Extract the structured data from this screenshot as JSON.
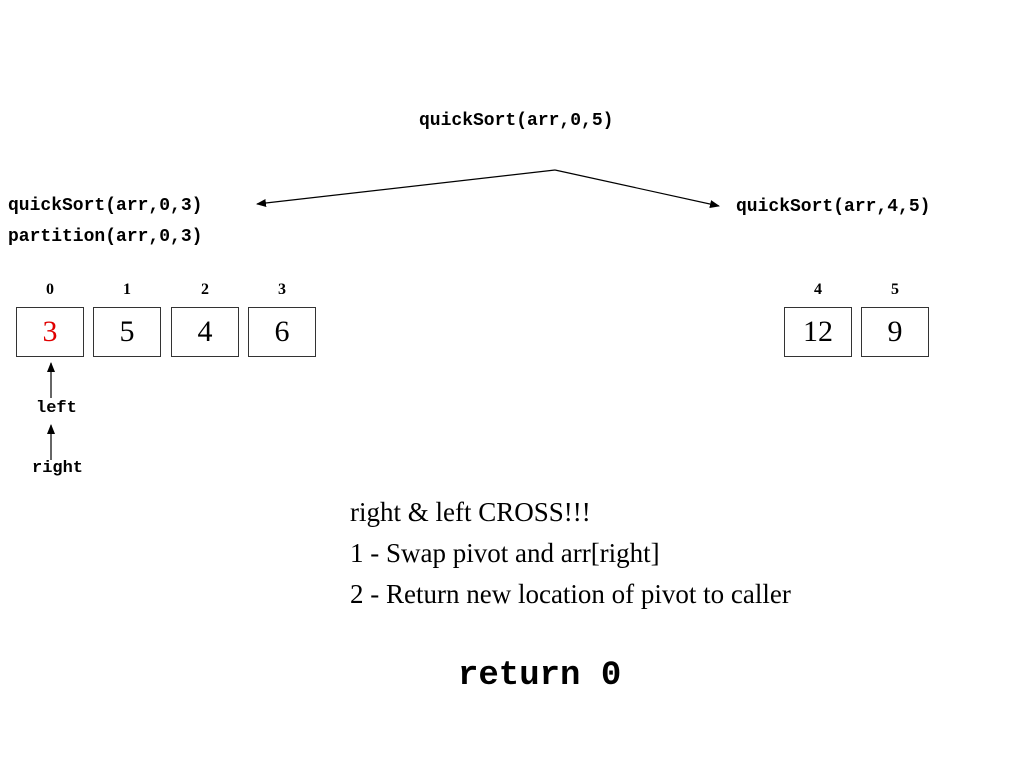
{
  "calls": {
    "root": "quickSort(arr,0,5)",
    "left": "quickSort(arr,0,3)",
    "left_partition": "partition(arr,0,3)",
    "right": "quickSort(arr,4,5)"
  },
  "left_array": {
    "indices": [
      "0",
      "1",
      "2",
      "3"
    ],
    "values": [
      "3",
      "5",
      "4",
      "6"
    ],
    "pivot_color": "#e00000"
  },
  "right_array": {
    "indices": [
      "4",
      "5"
    ],
    "values": [
      "12",
      "9"
    ]
  },
  "pointers": {
    "left_label": "left",
    "right_label": "right"
  },
  "notes": {
    "line1": "right & left CROSS!!!",
    "line2": "1 - Swap pivot and arr[right]",
    "line3": "2 - Return new location of pivot to caller"
  },
  "return_text": "return 0"
}
